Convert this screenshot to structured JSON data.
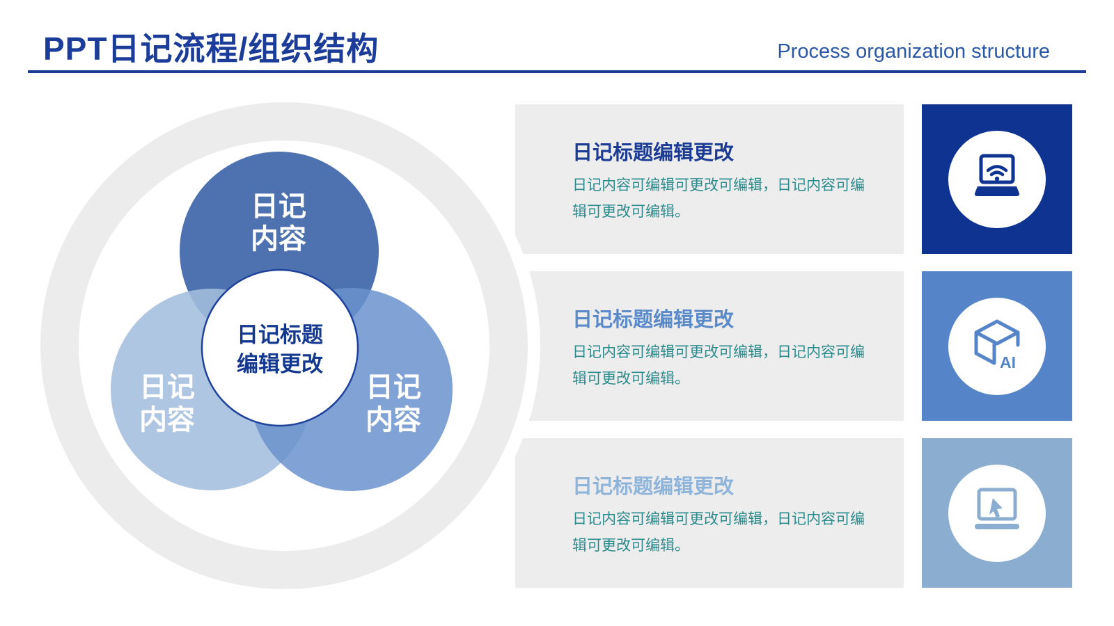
{
  "header": {
    "title": "PPT日记流程/组织结构",
    "subtitle": "Process organization structure"
  },
  "venn": {
    "top": {
      "label": "日记\n内容"
    },
    "left": {
      "label": "日记\n内容"
    },
    "right": {
      "label": "日记\n内容"
    },
    "center": {
      "label": "日记标题\n编辑更改"
    }
  },
  "panels": [
    {
      "title": "日记标题编辑更改",
      "body": "日记内容可编辑可更改可编辑，日记内容可编辑可更改可编辑。",
      "title_color": "#1c3c94",
      "box_color": "#0e3391",
      "icon": "laptop-wifi-icon"
    },
    {
      "title": "日记标题编辑更改",
      "body": "日记内容可编辑可更改可编辑，日记内容可编辑可更改可编辑。",
      "title_color": "#5b8ac9",
      "box_color": "#5585c8",
      "icon": "ai-cube-icon"
    },
    {
      "title": "日记标题编辑更改",
      "body": "日记内容可编辑可更改可编辑，日记内容可编辑可更改可编辑。",
      "title_color": "#8fb4da",
      "box_color": "#8aadd0",
      "icon": "laptop-cursor-icon"
    }
  ],
  "ai_cube_text": "AI",
  "colors": {
    "title_blue": "#1b3c98",
    "subtitle_blue": "#2b57a7",
    "rule_blue": "#1b3c98",
    "panel_bg": "#ededed",
    "ring_gray": "#ececec",
    "body_teal": "#2b8b8c",
    "venn_top_circle": "#4e72b0",
    "venn_left_circle": "#aec5df",
    "venn_right_circle": "#80a2d4",
    "venn_center_border": "#1e429b",
    "venn_center_text": "#15388f"
  }
}
